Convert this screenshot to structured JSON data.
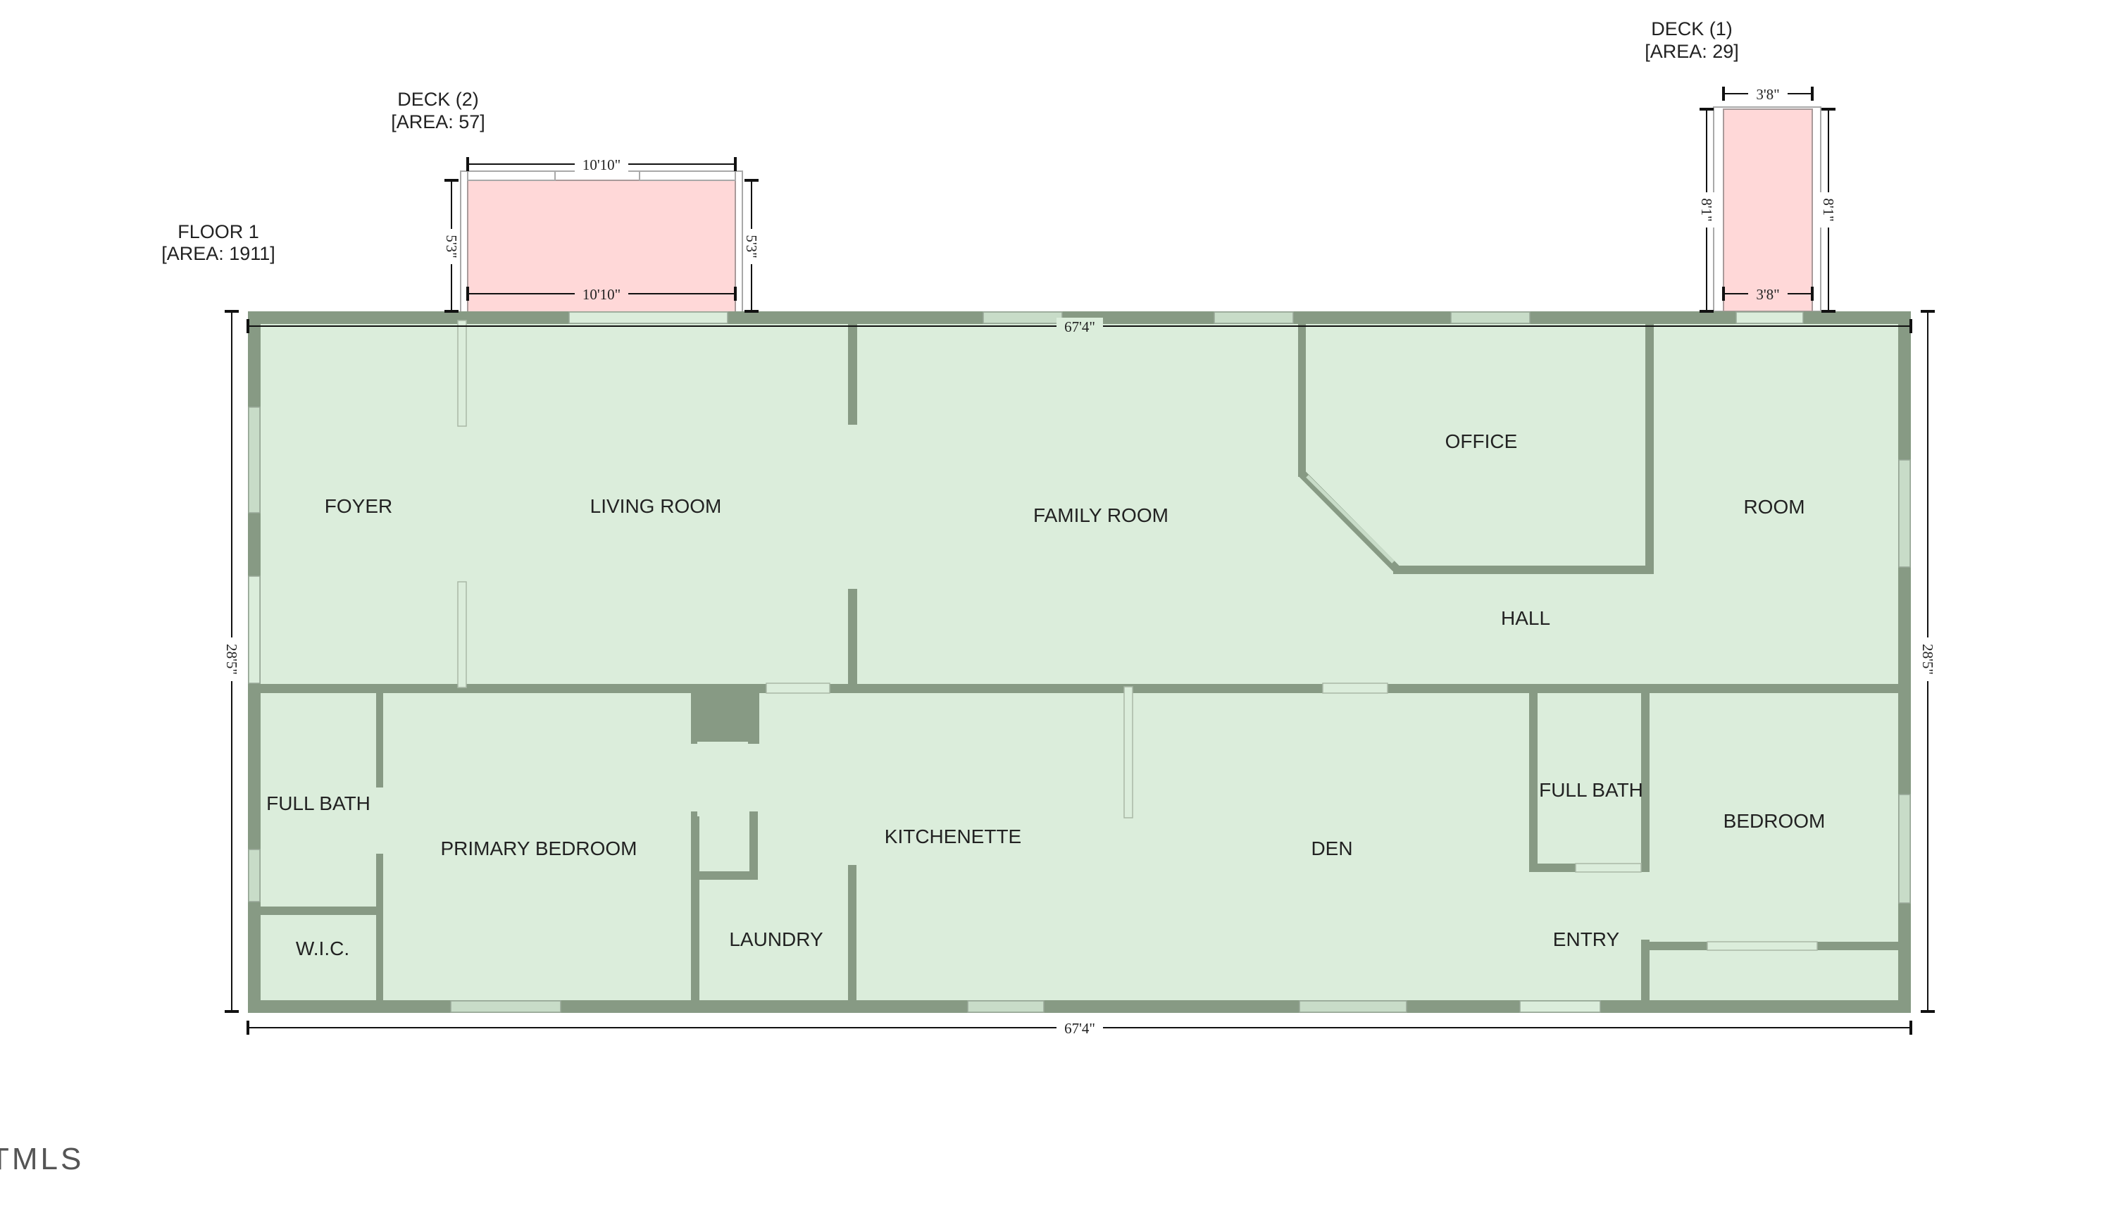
{
  "colors": {
    "wall": "#879a84",
    "floor": "#dbeddb",
    "deck_fill": "#ffd8d8",
    "window": "#c8dcc8",
    "line": "#111111"
  },
  "titles": {
    "floor1_name": "FLOOR 1",
    "floor1_area": "[AREA: 1911]",
    "deck2_name": "DECK (2)",
    "deck2_area": "[AREA: 57]",
    "deck1_name": "DECK (1)",
    "deck1_area": "[AREA: 29]"
  },
  "rooms": {
    "foyer": "FOYER",
    "living_room": "LIVING ROOM",
    "family_room": "FAMILY ROOM",
    "office": "OFFICE",
    "room": "ROOM",
    "hall": "HALL",
    "full_bath_left": "FULL BATH",
    "primary_bedroom": "PRIMARY BEDROOM",
    "wic": "W.I.C.",
    "laundry": "LAUNDRY",
    "kitchenette": "KITCHENETTE",
    "den": "DEN",
    "full_bath_right": "FULL BATH",
    "bedroom": "BEDROOM",
    "entry": "ENTRY"
  },
  "dimensions": {
    "overall_width_top": "67'4\"",
    "overall_width_bottom": "67'4\"",
    "overall_height_left": "28'5\"",
    "overall_height_right": "28'5\"",
    "deck2_width_top": "10'10\"",
    "deck2_width_inner": "10'10\"",
    "deck2_height_left": "5'3\"",
    "deck2_height_right": "5'3\"",
    "deck1_width_top": "3'8\"",
    "deck1_width_inner": "3'8\"",
    "deck1_height_left": "8'1\"",
    "deck1_height_right": "8'1\""
  },
  "watermark": "TMLS"
}
